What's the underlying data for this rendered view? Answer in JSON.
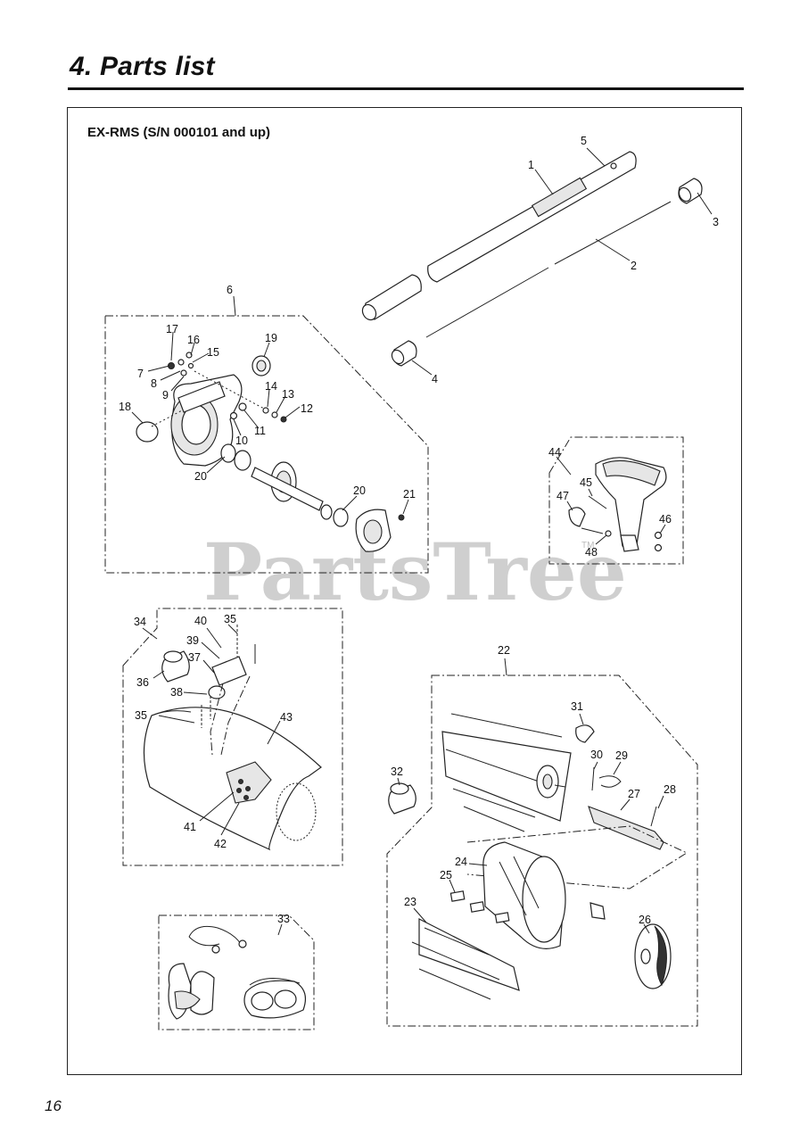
{
  "header": {
    "title": "4. Parts list"
  },
  "diagram": {
    "model_label": "EX-RMS  (S/N 000101 and up)",
    "watermark": "PartsTree",
    "watermark_tm": "TM",
    "callouts": [
      "1",
      "2",
      "3",
      "4",
      "5",
      "6",
      "7",
      "8",
      "9",
      "10",
      "11",
      "12",
      "13",
      "14",
      "15",
      "16",
      "17",
      "18",
      "19",
      "20",
      "20",
      "21",
      "22",
      "23",
      "24",
      "25",
      "26",
      "27",
      "28",
      "29",
      "30",
      "31",
      "32",
      "33",
      "34",
      "35",
      "35",
      "36",
      "37",
      "38",
      "39",
      "40",
      "41",
      "42",
      "43",
      "44",
      "45",
      "46",
      "47",
      "48"
    ]
  },
  "footer": {
    "page_number": "16"
  }
}
